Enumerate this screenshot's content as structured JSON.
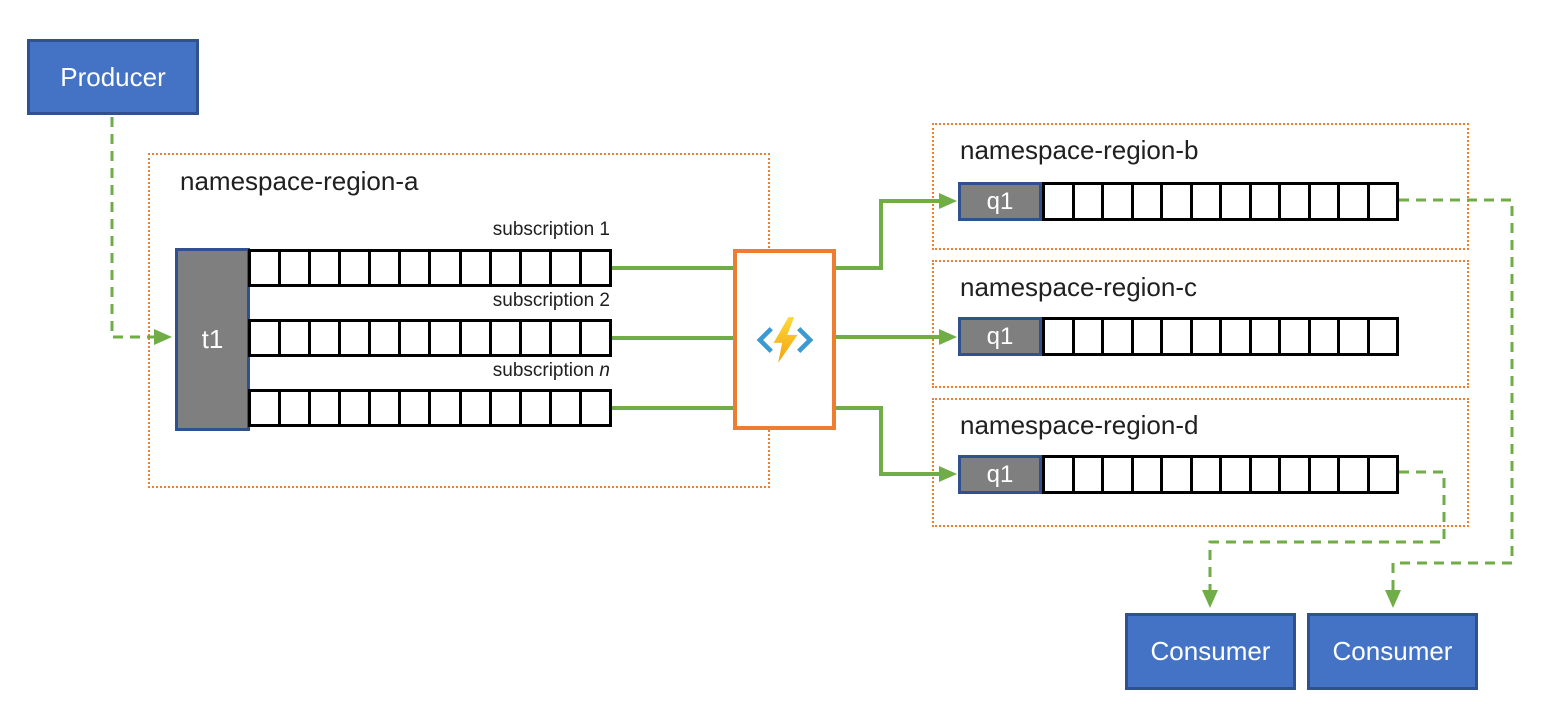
{
  "diagram": {
    "producer": {
      "label": "Producer"
    },
    "region_a": {
      "label": "namespace-region-a",
      "topic_label": "t1",
      "subscriptions": [
        {
          "prefix": "subscription",
          "index": "1",
          "index_italic": false,
          "cells": 12
        },
        {
          "prefix": "subscription",
          "index": "2",
          "index_italic": false,
          "cells": 12
        },
        {
          "prefix": "subscription",
          "index": "n",
          "index_italic": true,
          "cells": 12
        }
      ]
    },
    "function_box": {
      "icon": "azure-functions-icon"
    },
    "regions": [
      {
        "label": "namespace-region-b",
        "queue_label": "q1",
        "cells": 12
      },
      {
        "label": "namespace-region-c",
        "queue_label": "q1",
        "cells": 12
      },
      {
        "label": "namespace-region-d",
        "queue_label": "q1",
        "cells": 12
      }
    ],
    "consumers": [
      {
        "label": "Consumer"
      },
      {
        "label": "Consumer"
      }
    ]
  },
  "colors": {
    "box_blue": "#4472C4",
    "box_blue_border": "#2F528F",
    "gray_fill": "#7F7F7F",
    "queue_border": "#000000",
    "green": "#70AD47",
    "orange": "#ED7D31",
    "icon_blue": "#3B99D4",
    "icon_yellow_top": "#FFD83B",
    "icon_yellow_bottom": "#F2A20C",
    "text_dark": "#202020"
  }
}
